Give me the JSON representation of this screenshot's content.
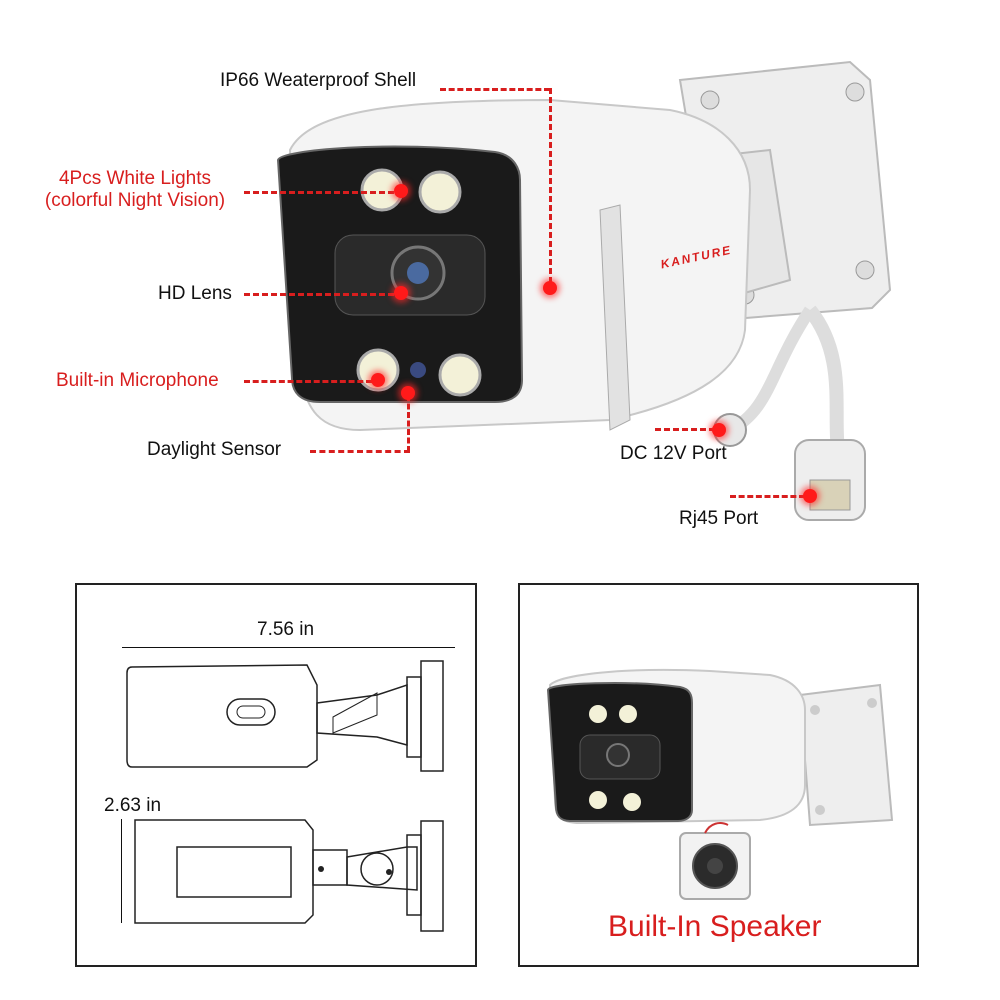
{
  "callouts": {
    "shell": "IP66 Weaterproof Shell",
    "lights_line1": "4Pcs White Lights",
    "lights_line2": "(colorful Night Vision)",
    "lens": "HD Lens",
    "mic": "Built-in Microphone",
    "sensor": "Daylight Sensor",
    "dc_port": "DC 12V Port",
    "rj45": "Rj45 Port"
  },
  "brand": "KANTURE",
  "dimensions": {
    "length": "7.56 in",
    "height": "2.63 in"
  },
  "speaker_panel": {
    "caption": "Built-In Speaker"
  },
  "colors": {
    "accent_red": "#d81e1e",
    "dot_red": "#ff1a1a",
    "camera_body": "#f2f2f2",
    "camera_face": "#1a1a1a"
  }
}
